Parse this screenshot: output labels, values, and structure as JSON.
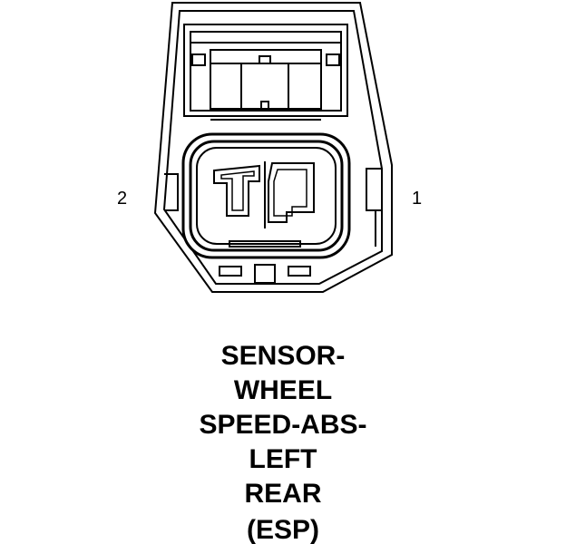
{
  "connector": {
    "pin_labels": {
      "left": "2",
      "right": "1"
    }
  },
  "caption": {
    "lines": [
      "SENSOR-",
      "WHEEL",
      "SPEED-ABS-",
      "LEFT",
      "REAR",
      "(ESP)"
    ]
  }
}
